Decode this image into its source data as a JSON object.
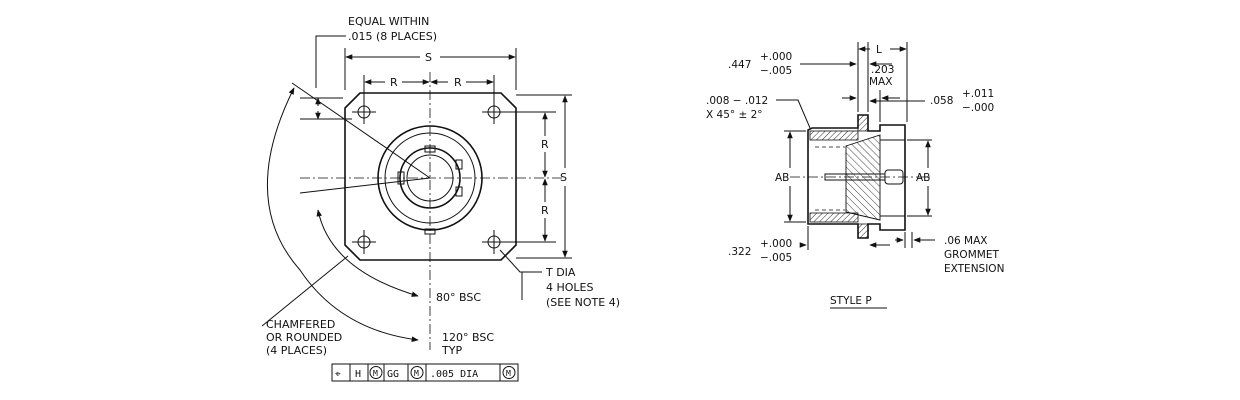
{
  "front_view": {
    "note_equal_line1": "EQUAL WITHIN",
    "note_equal_line2": ".015 (8 PLACES)",
    "dim_s_top": "S",
    "dim_r_left": "R",
    "dim_r_right": "R",
    "dim_r_upper": "R",
    "dim_s_right": "S",
    "dim_r_lower": "R",
    "hole_note_line1": "T DIA",
    "hole_note_line2": "4 HOLES",
    "hole_note_line3": "(SEE NOTE 4)",
    "angle_80": "80° BSC",
    "chamfer_line1": "CHAMFERED",
    "chamfer_line2": "OR ROUNDED",
    "chamfer_line3": "(4 PLACES)",
    "angle_120_line1": "120° BSC",
    "angle_120_line2": "TYP",
    "fcf": {
      "symbol": "⌖",
      "datum_h": "H",
      "mod_1": "M",
      "datum_gg": "GG",
      "mod_2": "M",
      "tolerance": ".005 DIA",
      "mod_3": "M"
    }
  },
  "side_view": {
    "dim_447": ".447",
    "tol_447_plus": "+.000",
    "tol_447_minus": "−.005",
    "dim_l": "L",
    "dim_203": ".203",
    "dim_203_max": "MAX",
    "dim_058": ".058",
    "tol_058_plus": "+.011",
    "tol_058_minus": "−.000",
    "chamfer_line1": ".008 − .012",
    "chamfer_line2": "X 45° ± 2°",
    "dim_ab_left": "AB",
    "dim_ab_right": "AB",
    "dim_322": ".322",
    "tol_322_plus": "+.000",
    "tol_322_minus": "−.005",
    "grommet_line1": ".06 MAX",
    "grommet_line2": "GROMMET",
    "grommet_line3": "EXTENSION",
    "style_label": "STYLE P"
  }
}
